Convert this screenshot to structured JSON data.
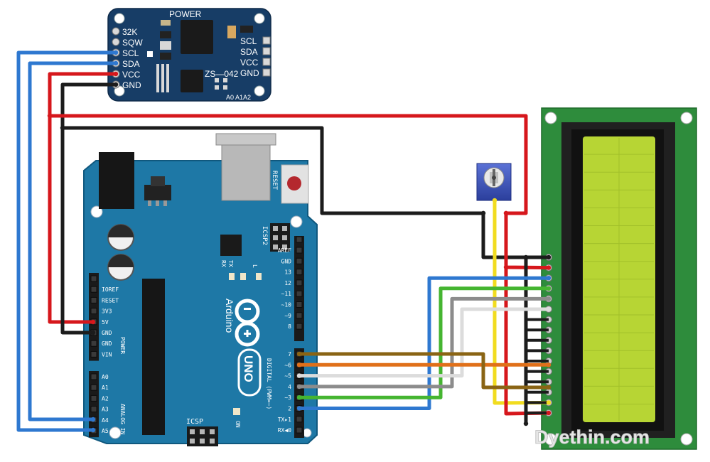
{
  "rtc": {
    "power_label": "POWER",
    "left_pins": [
      "32K",
      "SQW",
      "SCL",
      "SDA",
      "VCC",
      "GND"
    ],
    "right_pins": [
      "SCL",
      "SDA",
      "VCC",
      "GND"
    ],
    "model": "ZS—042",
    "addr": "A0 A1A2"
  },
  "arduino": {
    "brand": "Arduino",
    "model": "UNO",
    "reset": "RESET",
    "icsp2": "ICSP2",
    "icsp": "ICSP",
    "on": "ON",
    "tx": "TX",
    "rx": "RX",
    "l": "L",
    "power_header": [
      "IOREF",
      "RESET",
      "3V3",
      "5V",
      "GND",
      "GND",
      "VIN"
    ],
    "power_group": "POWER",
    "analog_header": [
      "A0",
      "A1",
      "A2",
      "A3",
      "A4",
      "A5"
    ],
    "analog_group": "ANALOG IN",
    "digital_top": [
      "AREF",
      "GND",
      "13",
      "12",
      "~11",
      "~10",
      "~9",
      "8"
    ],
    "digital_bottom": [
      "7",
      "~6",
      "~5",
      "4",
      "~3",
      "2",
      "TX▸1",
      "RX◀0"
    ],
    "digital_group": "DIGITAL (PWM=~)"
  },
  "watermark": "Dyethin.com",
  "colors": {
    "red": "#d6171c",
    "black": "#1c1c1c",
    "blue": "#2e78d0",
    "green": "#45b531",
    "white": "#dcdcdc",
    "gray": "#8c8c8c",
    "brown": "#8a6414",
    "orange": "#e0701a",
    "yellow": "#f1dc1f",
    "board": "#1e78a6",
    "rtc_board": "#173d66",
    "lcd_pcb": "#2e8c3c",
    "lcd_screen": "#b7d534"
  }
}
